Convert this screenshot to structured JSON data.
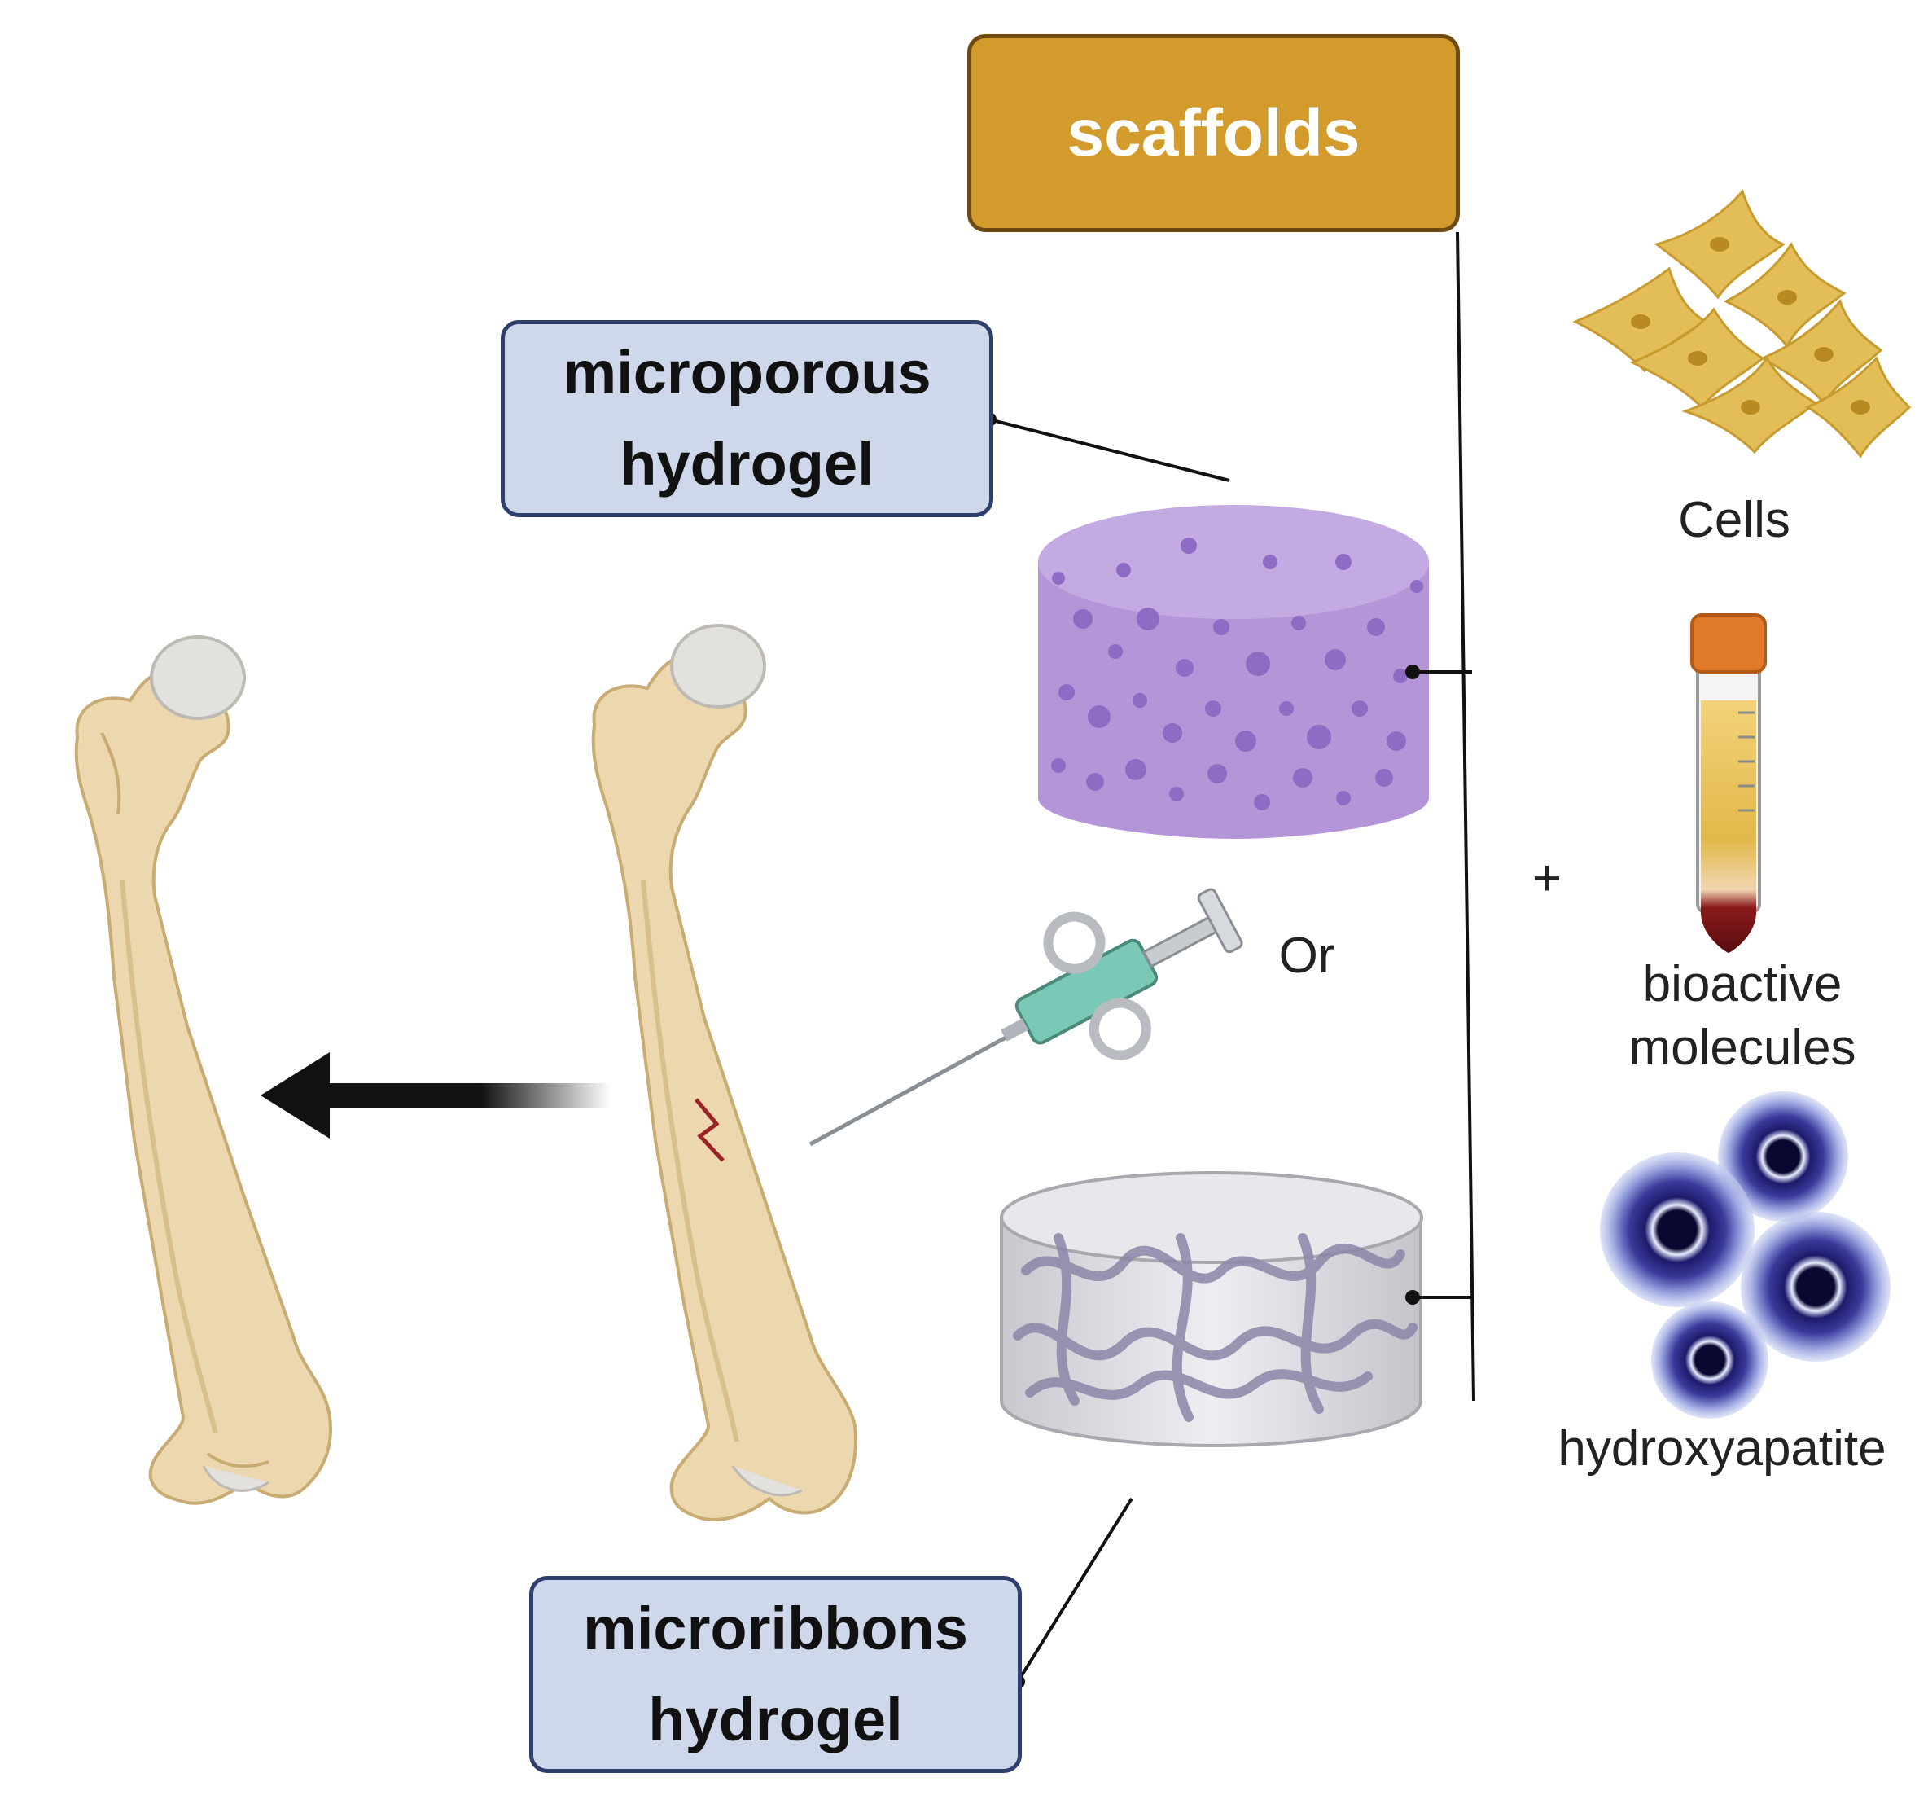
{
  "scaffolds": {
    "label": "scaffolds"
  },
  "microporous": {
    "line1": "microporous",
    "line2": "hydrogel"
  },
  "microribbons": {
    "line1": "microribbons",
    "line2": "hydrogel"
  },
  "connector": {
    "or": "Or",
    "plus": "+"
  },
  "components": {
    "cells": "Cells",
    "bioactive_line1": "bioactive",
    "bioactive_line2": "molecules",
    "hydroxyapatite": "hydroxyapatite"
  },
  "colors": {
    "scaffold_fill": "#d39b2c",
    "label_fill": "#cfd7ea",
    "label_border": "#2f3f6b",
    "bone": "#ecd7ae",
    "hydrogel_purple": "#b496d8",
    "cells": "#e2bd58",
    "hydroxyapatite": "#1e1a6b"
  }
}
